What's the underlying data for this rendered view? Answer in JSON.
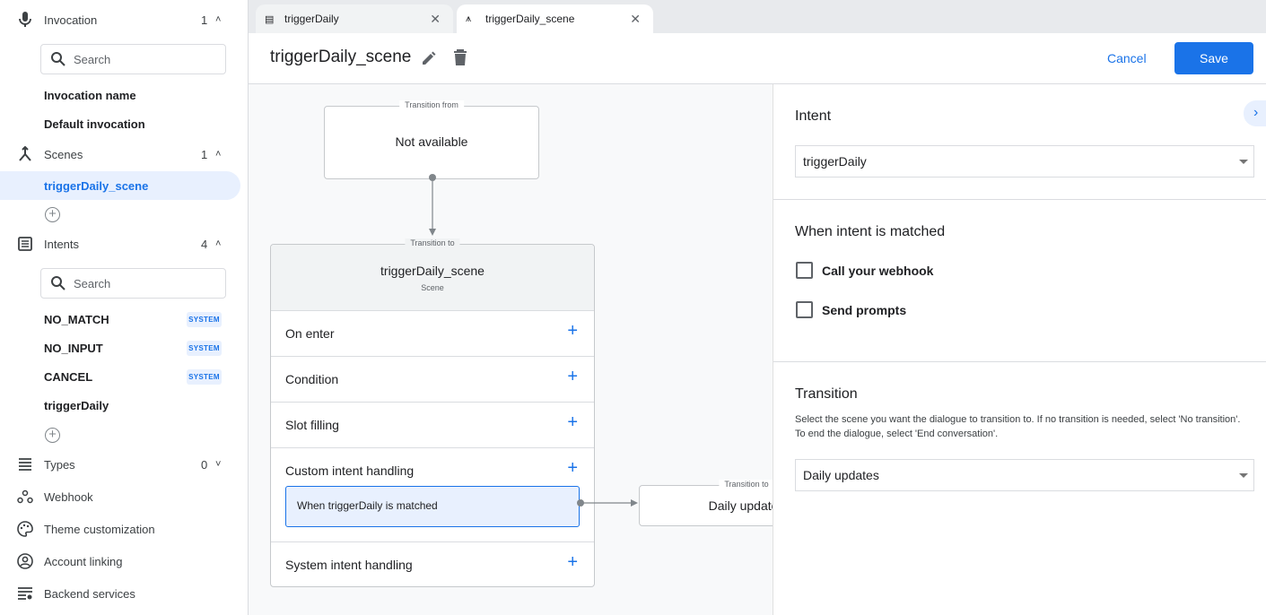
{
  "sidebar": {
    "invocation": {
      "label": "Invocation",
      "count": "1",
      "icon": "mic-icon",
      "search_placeholder": "Search",
      "items": [
        "Invocation name",
        "Default invocation"
      ]
    },
    "scenes": {
      "label": "Scenes",
      "count": "1",
      "icon": "scene-merge-icon",
      "items": [
        "triggerDaily_scene"
      ],
      "selected": "triggerDaily_scene"
    },
    "intents": {
      "label": "Intents",
      "count": "4",
      "icon": "list-icon",
      "search_placeholder": "Search",
      "items": [
        {
          "label": "NO_MATCH",
          "badge": "SYSTEM"
        },
        {
          "label": "NO_INPUT",
          "badge": "SYSTEM"
        },
        {
          "label": "CANCEL",
          "badge": "SYSTEM"
        },
        {
          "label": "triggerDaily"
        }
      ]
    },
    "types": {
      "label": "Types",
      "count": "0"
    },
    "webhook": "Webhook",
    "theme": "Theme customization",
    "account": "Account linking",
    "backend": "Backend services"
  },
  "tabs": [
    {
      "label": "triggerDaily",
      "icon": "list-icon"
    },
    {
      "label": "triggerDaily_scene",
      "icon": "scene-merge-icon",
      "active": true
    }
  ],
  "header": {
    "title": "triggerDaily_scene",
    "cancel": "Cancel",
    "save": "Save"
  },
  "canvas": {
    "from": {
      "legend": "Transition from",
      "value": "Not available"
    },
    "scene": {
      "legend": "Transition to",
      "name": "triggerDaily_scene",
      "type": "Scene",
      "rows": [
        "On enter",
        "Condition",
        "Slot filling",
        "Custom intent handling",
        "System intent handling"
      ],
      "handler": "When triggerDaily is matched"
    },
    "target": {
      "legend": "Transition to",
      "value": "Daily updates"
    }
  },
  "panel": {
    "intent_heading": "Intent",
    "intent_value": "triggerDaily",
    "matched_heading": "When intent is matched",
    "checkboxes": [
      {
        "label": "Call your webhook",
        "checked": false
      },
      {
        "label": "Send prompts",
        "checked": false
      }
    ],
    "transition_heading": "Transition",
    "transition_desc": "Select the scene you want the dialogue to transition to. If no transition is needed, select 'No transition'. To end the dialogue, select 'End conversation'.",
    "transition_value": "Daily updates"
  },
  "colors": {
    "accent": "#1a73e8",
    "selected_bg": "#e8f0fe"
  }
}
